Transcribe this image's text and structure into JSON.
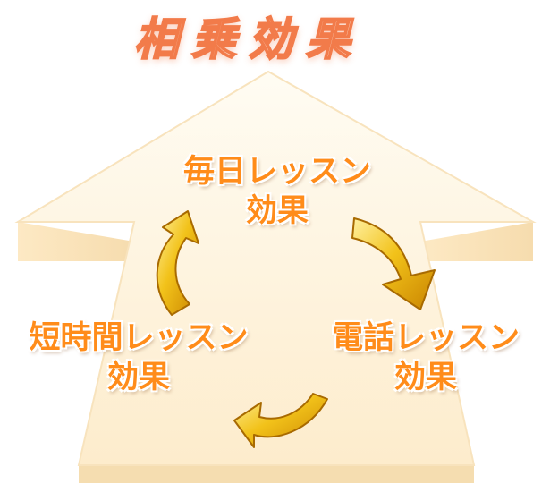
{
  "title": "相乗効果",
  "nodes": {
    "top": {
      "line1": "毎日レッスン",
      "line2": "効果"
    },
    "left": {
      "line1": "短時間レッスン",
      "line2": "効果"
    },
    "right": {
      "line1": "電話レッスン",
      "line2": "効果"
    }
  },
  "colors": {
    "title_fill": "#fbd9c7",
    "title_stroke": "#f27b4a",
    "label": "#ff8c1a",
    "arrow_gold": "#e3a400",
    "big_arrow": "#fdf1d4"
  }
}
